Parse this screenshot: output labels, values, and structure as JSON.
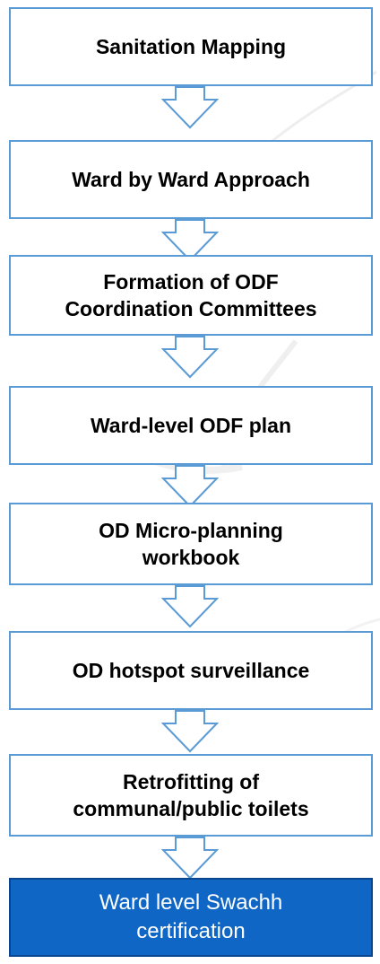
{
  "flow": {
    "steps": [
      "Sanitation Mapping",
      "Ward by Ward Approach",
      "Formation of ODF\nCoordination Committees",
      "Ward-level ODF plan",
      "OD Micro-planning\nworkbook",
      "OD hotspot surveillance",
      "Retrofitting of\ncommunal/public toilets"
    ],
    "final_step": "Ward level Swachh\ncertification"
  },
  "colors": {
    "box_border": "#5b9bd5",
    "arrow_stroke": "#5b9bd5",
    "final_fill": "#1066c4",
    "final_border": "#0b4690",
    "final_text": "#ffffff"
  }
}
